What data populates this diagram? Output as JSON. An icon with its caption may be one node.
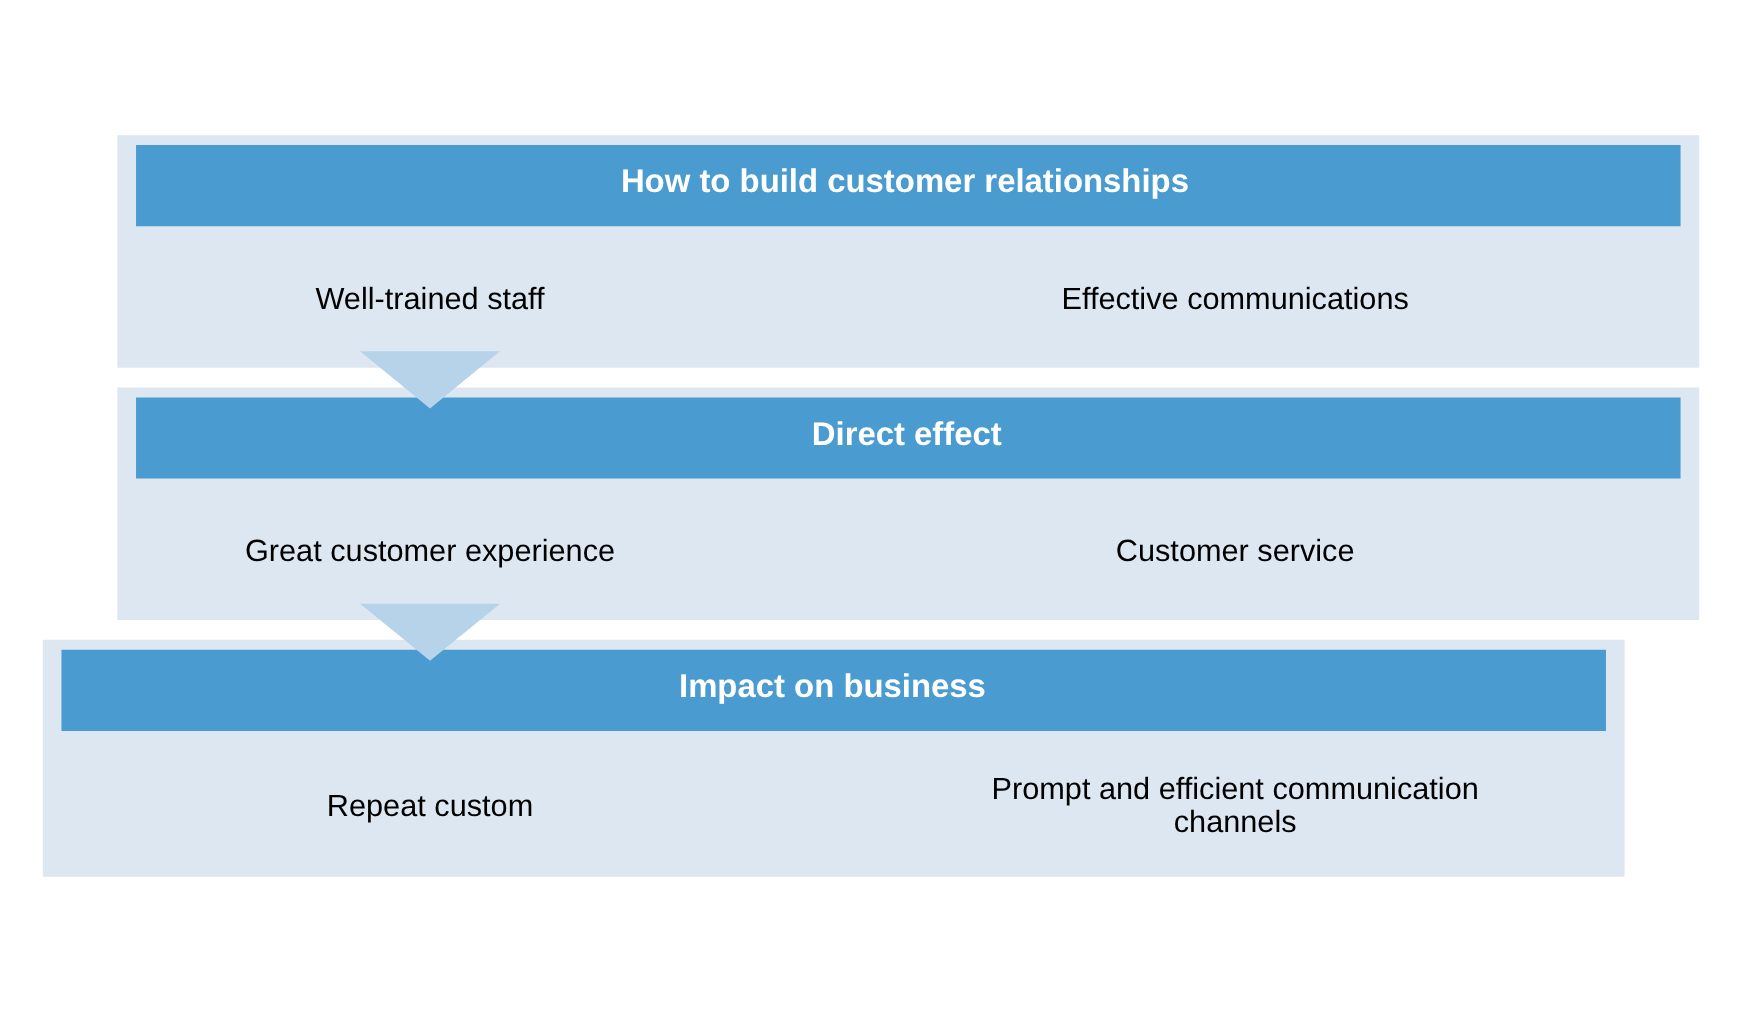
{
  "diagram": {
    "nodes": [
      {
        "text": [
          "How to build customer relationships"
        ]
      },
      {
        "text": [
          "Well-trained staff"
        ],
        "in": 0
      },
      {
        "text": [
          "Effective communications"
        ],
        "in": 0
      },
      {
        "text": [
          "Direct effect"
        ]
      },
      {
        "text": [
          "Great customer experience"
        ],
        "in": 3
      },
      {
        "text": [
          "Customer service"
        ],
        "in": 3
      },
      {
        "text": [
          "Impact on business"
        ]
      },
      {
        "text": [
          "Repeat custom"
        ],
        "in": 6
      },
      {
        "text": [
          "Prompt and efficient communication channels"
        ],
        "in": 6
      }
    ],
    "edges": [
      {
        "from": 0,
        "to": 3,
        "arrow": "to",
        "style": "thick",
        "color": "#b7d3ea"
      },
      {
        "from": 3,
        "to": 6,
        "arrow": "to",
        "style": "thick",
        "color": "#b7d3ea"
      }
    ]
  }
}
